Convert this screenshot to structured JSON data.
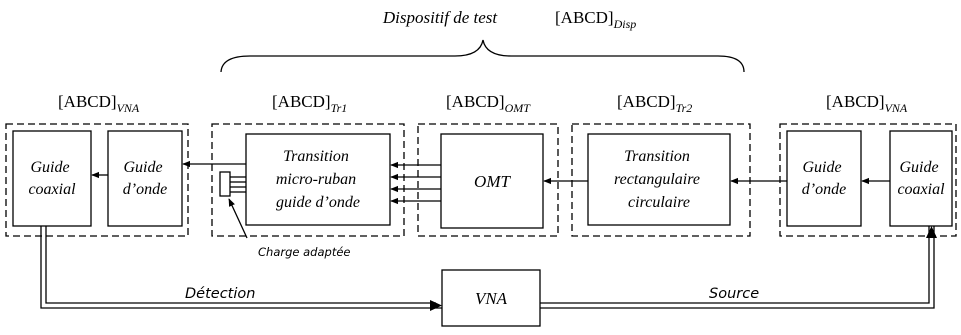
{
  "diagram": {
    "brace_label": "Dispositif de test",
    "abcd_disp": {
      "base": "[ABCD]",
      "sub": "Disp"
    },
    "abcd_vna_left": {
      "base": "[ABCD]",
      "sub": "VNA"
    },
    "abcd_tr1": {
      "base": "[ABCD]",
      "sub": "Tr1"
    },
    "abcd_omt": {
      "base": "[ABCD]",
      "sub": "OMT"
    },
    "abcd_tr2": {
      "base": "[ABCD]",
      "sub": "Tr2"
    },
    "abcd_vna_right": {
      "base": "[ABCD]",
      "sub": "VNA"
    },
    "blocks": {
      "guide_coaxial_left": [
        "Guide",
        "coaxial"
      ],
      "guide_onde_left": [
        "Guide",
        "d’onde"
      ],
      "transition_tr1": [
        "Transition",
        "micro-ruban",
        "guide d’onde"
      ],
      "omt": [
        "OMT"
      ],
      "transition_tr2": [
        "Transition",
        "rectangulaire",
        "circulaire"
      ],
      "guide_onde_right": [
        "Guide",
        "d’onde"
      ],
      "guide_coaxial_right": [
        "Guide",
        "coaxial"
      ],
      "vna": [
        "VNA"
      ]
    },
    "charge_label": "Charge adaptée",
    "detection_label": "Détection",
    "source_label": "Source"
  }
}
